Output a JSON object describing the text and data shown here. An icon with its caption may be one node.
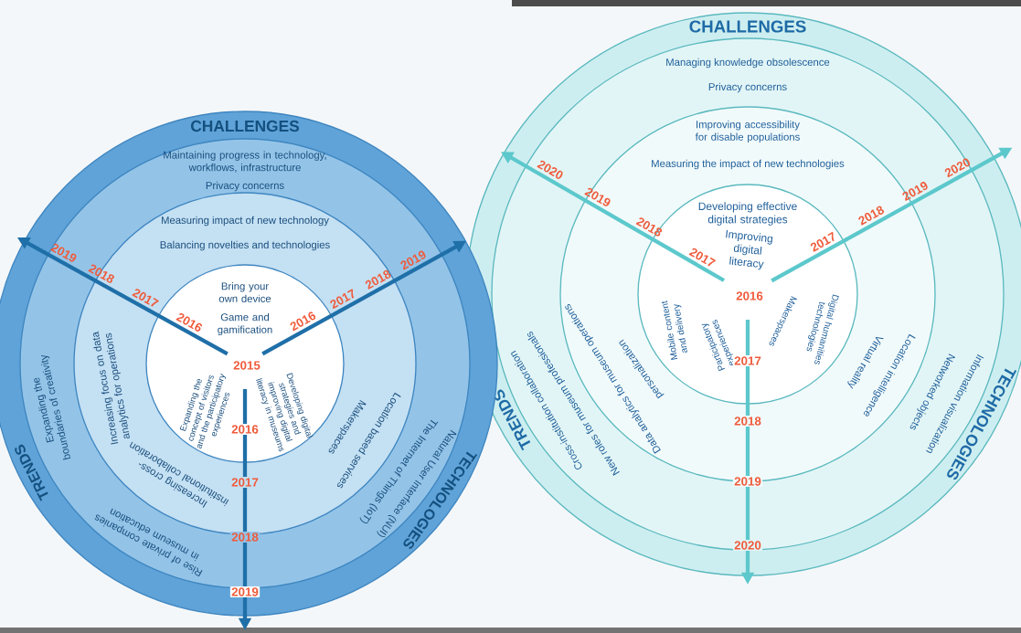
{
  "diagram": {
    "nodes": [
      {
        "text": [
          "CHALLENGES",
          "TRENDS",
          "TECHNOLOGIES"
        ]
      },
      {
        "text": [
          "Maintaining progress in technology, workflows, infrastructure",
          "Privacy concerns",
          "Expanding the boundaries of creativity",
          "Rise of private companies in museum education",
          "Natural User Interface (NUI)",
          "The Internet of Things (IoT)"
        ],
        "in": 0
      },
      {
        "text": [
          "Measuring impact of new technology",
          "Balancing novelties and technologies",
          "Increasing focus on data analytics for operations",
          "Increasing cross-institutional collaboration",
          "Location based services",
          "Makerspaces"
        ],
        "in": 1
      },
      {
        "text": [
          "Bring your own device",
          "Game and gamification",
          "Expanding the concept of visitors and the participatory experiences",
          "Developing digital strategies and improving digital literacy in museums"
        ],
        "in": 2
      },
      {
        "text": [
          "CHALLENGES",
          "TRENDS",
          "TECHNOLOGIES"
        ]
      },
      {
        "text": [
          "Managing knowledge obsolescence",
          "Privacy concerns",
          "Cross-institution collaboration",
          "New roles for museum professionals",
          "Information visualization",
          "Networked objects"
        ],
        "in": 4
      },
      {
        "text": [
          "Improving accessibility for disable populations",
          "Measuring the impact of new technologies",
          "Data analytics for museum operations",
          "personalization",
          "Location intelligence",
          "Virtual reality"
        ],
        "in": 5
      },
      {
        "text": [
          "Developing effective digital strategies",
          "Improving digital literacy",
          "Mobile content and delivery",
          "Participatory experiences",
          "Makerspaces",
          "Digital humanities technologies"
        ],
        "in": 6
      }
    ],
    "edges": [
      {
        "from": 3,
        "to": null,
        "arrow": "to"
      },
      {
        "from": 3,
        "to": null,
        "arrow": "to"
      },
      {
        "from": 3,
        "to": null,
        "arrow": "to"
      },
      {
        "from": 7,
        "to": null,
        "arrow": "to"
      },
      {
        "from": 7,
        "to": null,
        "arrow": "to"
      },
      {
        "from": 7,
        "to": null,
        "arrow": "to"
      }
    ],
    "labels": [
      "2015",
      "2016",
      "2017",
      "2018",
      "2019",
      "2016",
      "2017",
      "2018",
      "2019",
      "2016",
      "2017",
      "2018",
      "2019",
      "2016",
      "2017",
      "2018",
      "2019",
      "2020",
      "2017",
      "2018",
      "2019",
      "2020",
      "2017",
      "2018",
      "2019",
      "2020"
    ]
  }
}
